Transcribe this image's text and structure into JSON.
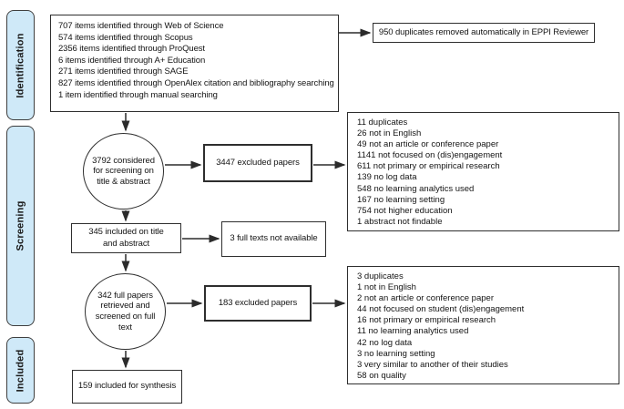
{
  "diagram": {
    "stages": [
      {
        "label": "Identification"
      },
      {
        "label": "Screening"
      },
      {
        "label": "Included"
      }
    ],
    "identification": {
      "sources": [
        "707 items identified through Web of Science",
        "574 items identified through Scopus",
        "2356 items identified through ProQuest",
        "6 items identified through A+ Education",
        "271 items identified through SAGE",
        "827 items identified through OpenAlex citation and bibliography searching",
        "1 item identified through manual searching"
      ],
      "duplicates_removed": "950 duplicates removed automatically in EPPI Reviewer"
    },
    "title_abstract_screening": {
      "considered": "3792 considered for screening on title & abstract",
      "excluded": "3447 excluded papers",
      "exclusion_reasons": [
        "11 duplicates",
        "26 not in English",
        "49 not an article or conference paper",
        "1141 not focused on (dis)engagement",
        "611 not primary or empirical research",
        "139 no log data",
        "548 no learning analytics used",
        "167 no learning setting",
        "754 not higher education",
        "1 abstract not findable"
      ],
      "included": "345 included on title and abstract",
      "full_texts_not_available": "3 full texts not available"
    },
    "full_text_screening": {
      "screened": "342 full papers retrieved and screened on full text",
      "excluded": "183 excluded papers",
      "exclusion_reasons": [
        "3 duplicates",
        "1 not in English",
        "2 not an article or conference paper",
        "44 not focused on student (dis)engagement",
        "16 not primary or empirical research",
        "11 no learning analytics used",
        "42 no log data",
        "3 no learning setting",
        "3 very similar to another of their studies",
        "58 on quality"
      ]
    },
    "included_stage": {
      "synthesis": "159 included for synthesis"
    },
    "colors": {
      "stage_fill": "#cfe9f8",
      "stage_border": "#3f3f3f",
      "box_border": "#2e2e2e",
      "connector": "#2b2b2b"
    }
  }
}
